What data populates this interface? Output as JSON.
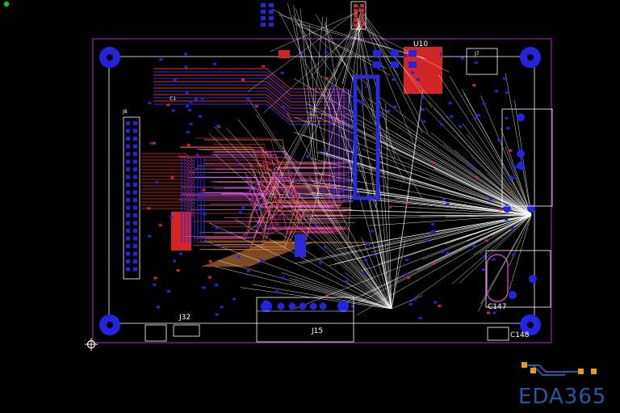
{
  "viewer": {
    "status_dot_color": "#19c219",
    "background": "#000000"
  },
  "board": {
    "outline_color": "#7a1f8a",
    "component_labels": {
      "u10": "U10",
      "j15": "J15",
      "j32": "J32",
      "c147": "C147",
      "c148": "C148",
      "j8": "J8",
      "c1": "C1",
      "j7": "J7"
    },
    "colors": {
      "top_copper": "#d22525",
      "bottom_copper": "#2a2ad6",
      "inner_layer": "#c63fc6",
      "silkscreen": "#ffffff",
      "pad_blue": "#2424e0",
      "ratsnest": "#ffffff",
      "orange_trace": "#d8803a"
    },
    "origin_marker": "origin-crosshair"
  },
  "brand": {
    "text": "EDA365",
    "color": "#1f5b9e",
    "accent": "#e8a000"
  }
}
